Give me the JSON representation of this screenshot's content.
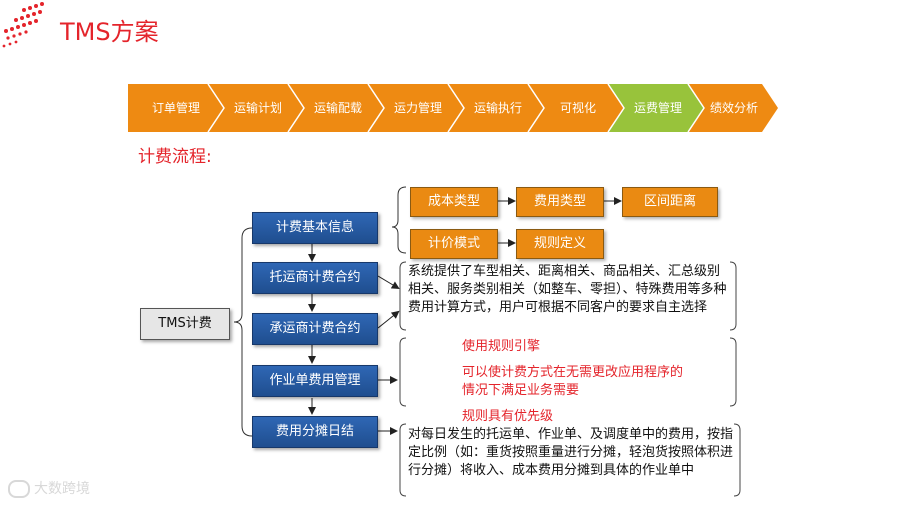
{
  "header": {
    "title": "TMS方案"
  },
  "nav": {
    "items": [
      {
        "label": "订单管理"
      },
      {
        "label": "运输计划"
      },
      {
        "label": "运输配载"
      },
      {
        "label": "运力管理"
      },
      {
        "label": "运输执行"
      },
      {
        "label": "可视化"
      },
      {
        "label": "运费管理",
        "active": true
      },
      {
        "label": "绩效分析"
      }
    ],
    "colors": {
      "default": "#ee8a12",
      "active": "#98c33b"
    }
  },
  "section": {
    "title": "计费流程:"
  },
  "root": {
    "label": "TMS计费"
  },
  "steps": [
    {
      "label": "计费基本信息"
    },
    {
      "label": "托运商计费合约"
    },
    {
      "label": "承运商计费合约"
    },
    {
      "label": "作业单费用管理"
    },
    {
      "label": "费用分摊日结"
    }
  ],
  "info_types": {
    "row1": [
      "成本类型",
      "费用类型",
      "区间距离"
    ],
    "row2": [
      "计价模式",
      "规则定义"
    ]
  },
  "descriptions": {
    "contract": "系统提供了车型相关、距离相关、商品相关、汇总级别相关、服务类别相关（如整车、零担）、特殊费用等多种费用计算方式，用户可根据不同客户的要求自主选择",
    "rules": [
      "使用规则引擎",
      "可以使计费方式在无需更改应用程序的",
      "情况下满足业务需要",
      "规则具有优先级"
    ],
    "allocation": "对每日发生的托运单、作业单、及调度单中的费用，按指定比例（如：重货按照重量进行分摊，轻泡货按照体积进行分摊）将收入、成本费用分摊到具体的作业单中"
  },
  "watermark": {
    "text": "大数跨境"
  }
}
